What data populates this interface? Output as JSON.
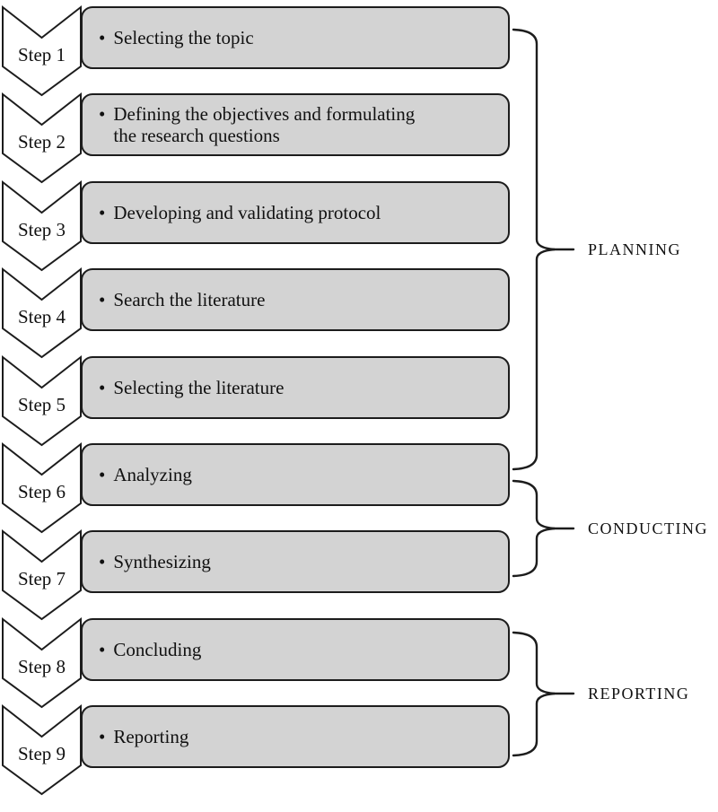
{
  "bullet_char": "•",
  "steps": [
    {
      "label": "Step 1",
      "text": "Selecting the topic"
    },
    {
      "label": "Step 2",
      "text": "Defining the objectives and formulating\nthe research questions"
    },
    {
      "label": "Step 3",
      "text": "Developing and validating protocol"
    },
    {
      "label": "Step 4",
      "text": "Search the literature"
    },
    {
      "label": "Step 5",
      "text": "Selecting the literature"
    },
    {
      "label": "Step 6",
      "text": "Analyzing"
    },
    {
      "label": "Step 7",
      "text": "Synthesizing"
    },
    {
      "label": "Step 8",
      "text": "Concluding"
    },
    {
      "label": "Step 9",
      "text": "Reporting"
    }
  ],
  "groups": [
    {
      "label": "PLANNING",
      "from_step": 1,
      "to_step": 6
    },
    {
      "label": "CONDUCTING",
      "from_step": 6,
      "to_step": 7
    },
    {
      "label": "REPORTING",
      "from_step": 8,
      "to_step": 9
    }
  ],
  "colors": {
    "box_fill": "#d3d3d3",
    "box_border": "#1c1c1c",
    "chevron_fill": "#ffffff",
    "line": "#1c1c1c",
    "text": "#111111"
  }
}
